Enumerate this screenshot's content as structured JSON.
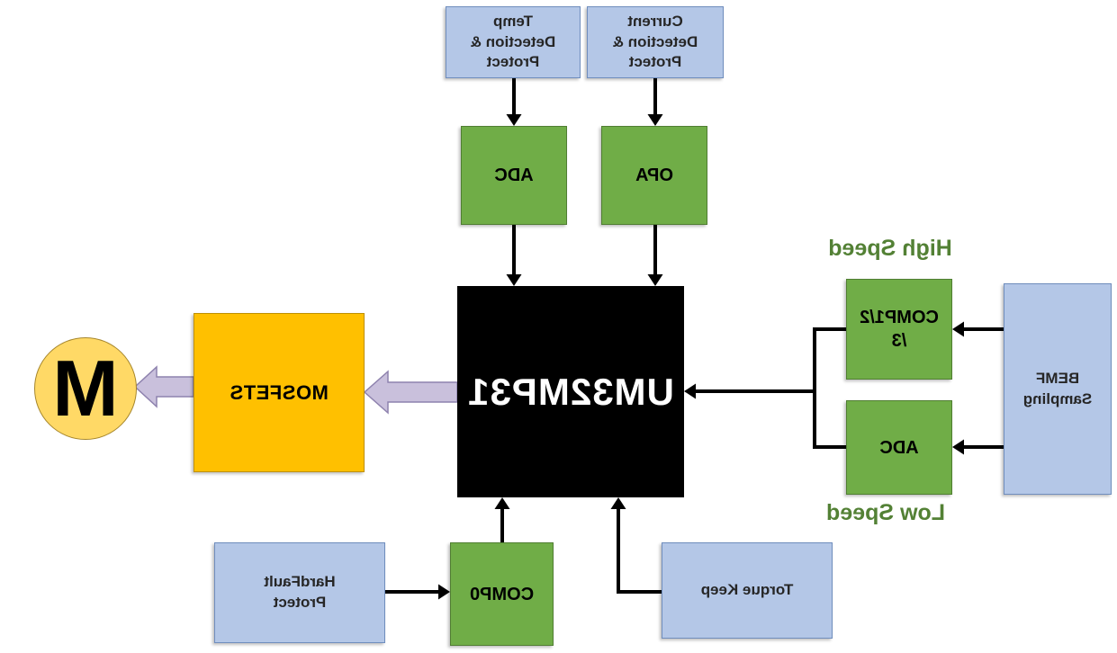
{
  "diagram": {
    "mirrored": true,
    "nodes": {
      "temp_protect": {
        "label": "Temp Detection & Protect",
        "type": "function-block"
      },
      "current_protect": {
        "label": "Current Detection & Protect",
        "type": "function-block"
      },
      "adc_top": {
        "label": "ADC",
        "type": "peripheral"
      },
      "opa": {
        "label": "OPA",
        "type": "peripheral"
      },
      "mcu": {
        "label": "UM32MP31",
        "type": "chip"
      },
      "mosfets": {
        "label": "MOSFETS",
        "type": "power-stage"
      },
      "motor": {
        "label": "M",
        "type": "motor"
      },
      "comp123": {
        "label": "COMP1/2/3",
        "type": "peripheral"
      },
      "adc_bemf": {
        "label": "ADC",
        "type": "peripheral"
      },
      "bemf": {
        "label": "BEMF Sampling",
        "type": "function-block"
      },
      "hardfault": {
        "label": "HardFault Protect",
        "type": "function-block"
      },
      "comp0": {
        "label": "COMP0",
        "type": "peripheral"
      },
      "torque": {
        "label": "Torque Keep",
        "type": "function-block"
      }
    },
    "annotations": {
      "high_speed": "High Speed",
      "low_speed": "Low Speed"
    },
    "connections": [
      "Temp Detection & Protect -> ADC",
      "Current Detection & Protect -> OPA",
      "ADC -> UM32MP31",
      "OPA -> UM32MP31",
      "BEMF Sampling -> COMP1/2/3",
      "BEMF Sampling -> ADC",
      "COMP1/2/3 + ADC -> UM32MP31",
      "HardFault Protect -> COMP0",
      "COMP0 -> UM32MP31",
      "Torque Keep -> UM32MP31",
      "UM32MP31 => MOSFETS",
      "MOSFETS => M"
    ],
    "colors": {
      "blue_fill": "#B4C7E7",
      "blue_border": "#6F8DBD",
      "green_fill": "#70AD47",
      "green_border": "#507E32",
      "chip_fill": "#000000",
      "chip_text": "#FFFFFF",
      "mosfet_fill": "#FFC000",
      "mosfet_border": "#BF9000",
      "motor_fill": "#FFD966",
      "speed_label_text": "#538135",
      "connector": "#000000",
      "block_arrow_fill": "#C9C0DC"
    }
  }
}
